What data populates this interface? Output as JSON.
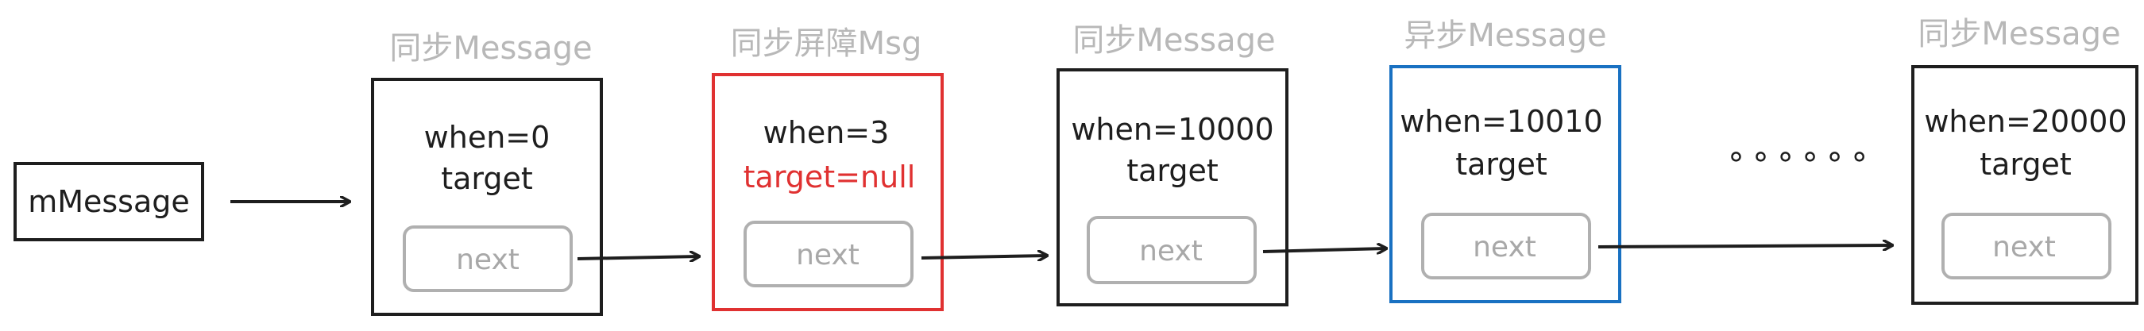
{
  "head": {
    "label": "mMessage"
  },
  "ellipsis": "∘∘∘∘∘∘",
  "nodes": [
    {
      "caption": "同步Message",
      "when": "when=0",
      "target": "target",
      "next": "next",
      "style": "sync"
    },
    {
      "caption": "同步屏障Msg",
      "when": "when=3",
      "target": "target=null",
      "next": "next",
      "style": "barrier"
    },
    {
      "caption": "同步Message",
      "when": "when=10000",
      "target": "target",
      "next": "next",
      "style": "sync"
    },
    {
      "caption": "异步Message",
      "when": "when=10010",
      "target": "target",
      "next": "next",
      "style": "async"
    },
    {
      "caption": "同步Message",
      "when": "when=20000",
      "target": "target",
      "next": "next",
      "style": "sync"
    }
  ],
  "colors": {
    "stroke": "#1e1e1e",
    "barrier": "#e03131",
    "async": "#1971c2",
    "muted": "#b0b0b0"
  }
}
